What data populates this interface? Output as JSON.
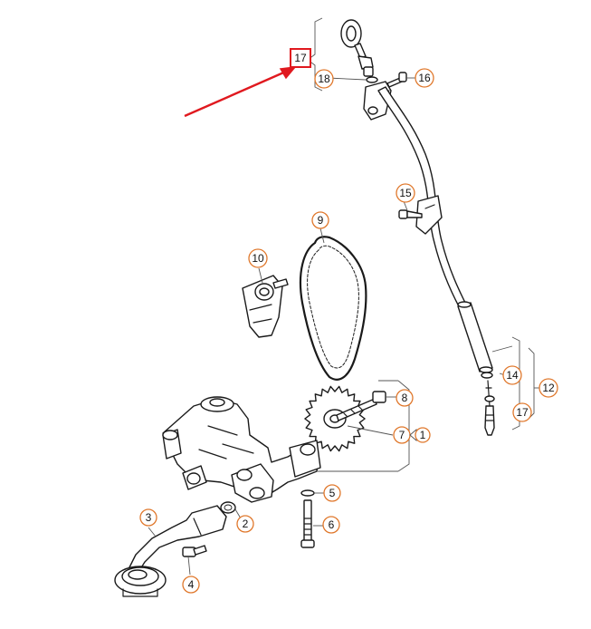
{
  "colors": {
    "callout": "#e0782c",
    "highlight": "#e0191f",
    "line": "#1a1a1a"
  },
  "callouts": {
    "c1": "1",
    "c2": "2",
    "c3": "3",
    "c4": "4",
    "c5": "5",
    "c6": "6",
    "c7": "7",
    "c8": "8",
    "c9": "9",
    "c10": "10",
    "c12": "12",
    "c14": "14",
    "c15": "15",
    "c16": "16",
    "c17": "17",
    "c18": "18",
    "c17_highlight": "17"
  },
  "icons": {
    "pointer": "red-arrow-icon"
  }
}
